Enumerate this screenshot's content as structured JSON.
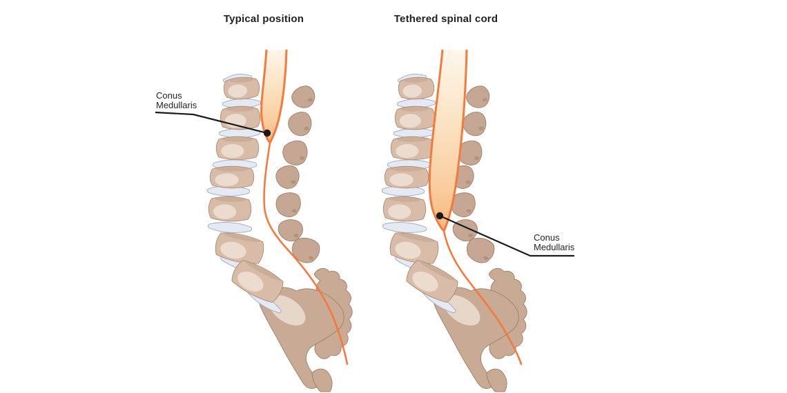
{
  "figure": {
    "background": "#ffffff",
    "description": "Side-by-side medical illustration of a lumbosacral spine in profile comparing the position of the conus medullaris in a typical spinal cord and in a tethered spinal cord"
  },
  "panels": [
    {
      "title": "Typical position",
      "label_lines": [
        "Conus",
        "Medullaris"
      ]
    },
    {
      "title": "Tethered spinal cord",
      "label_lines": [
        "Conus",
        "Medullaris"
      ]
    }
  ],
  "colors": {
    "page_bg": "#ffffff",
    "cord_outline": "#f5793b",
    "cord_fill_top": "#fdf6ec",
    "cord_fill_bottom": "#f7b87e",
    "bone_fill": "#d8bca8",
    "bone_highlight": "#efe2d6",
    "bone_shadow": "#c3a28a",
    "bone_stroke": "#a98a72",
    "disc_fill": "#e4e9f3",
    "disc_stroke": "#9fa8c0",
    "process_fill": "#c5a794",
    "process_stroke": "#9e7e66",
    "sacrum_fill": "#c8aa95",
    "leader_line": "#1a1a1a",
    "marker_dot": "#1a1a1a",
    "title_text": "#231f20",
    "label_text": "#231f20"
  }
}
